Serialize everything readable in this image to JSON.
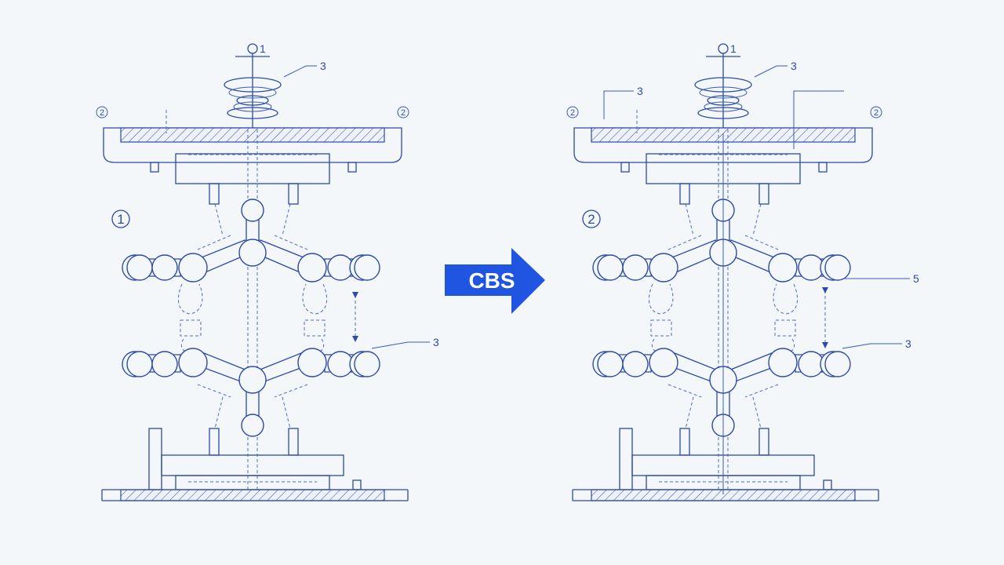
{
  "arrow": {
    "label": "CBS",
    "color": "#1f55e0"
  },
  "colors": {
    "line": "#2c4aa8",
    "background": "#f4f7fa"
  },
  "left_panel": {
    "step": "1",
    "top_callout": "1",
    "corner_left": "2",
    "corner_right": "2",
    "spring_callout": "3",
    "side_callout": "3"
  },
  "right_panel": {
    "step": "2",
    "top_callout": "1",
    "corner_left": "2",
    "corner_right": "2",
    "spring_callout": "3",
    "upper_left_callout": "3",
    "side_callout_upper": "5",
    "side_callout_lower": "3"
  }
}
